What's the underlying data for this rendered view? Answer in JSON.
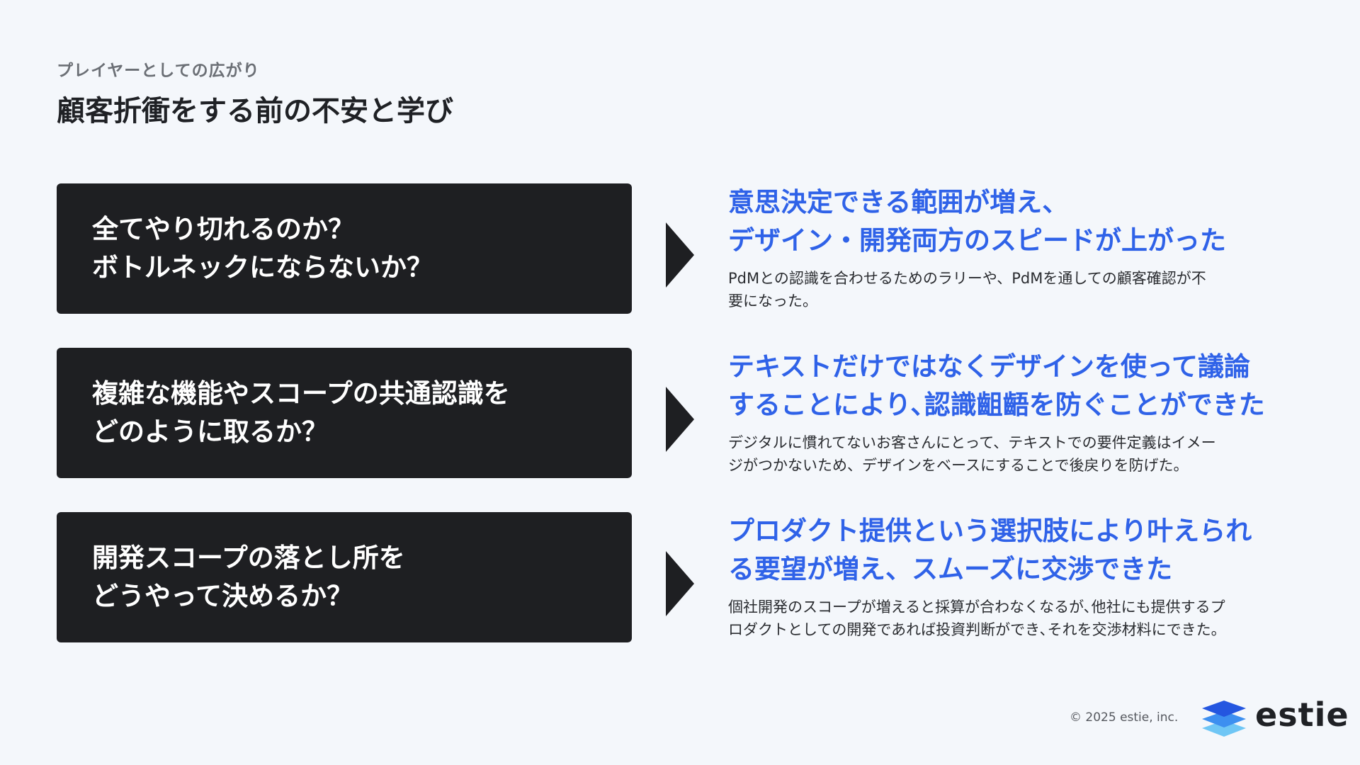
{
  "header": {
    "eyebrow": "プレイヤーとしての広がり",
    "title": "顧客折衝をする前の不安と学び"
  },
  "rows": [
    {
      "question": [
        "全てやり切れるのか？",
        "ボトルネックにならないか？"
      ],
      "answer_heading": [
        "意思決定できる範囲が増え、",
        "デザイン・開発両方のスピードが上がった"
      ],
      "answer_body": [
        "PdMとの認識を合わせるためのラリーや、PdMを通しての顧客確認が不",
        "要になった。"
      ]
    },
    {
      "question": [
        "複雑な機能やスコープの共通認識を",
        "どのように取るか？"
      ],
      "answer_heading": [
        "テキストだけではなくデザインを使って議論",
        "することにより､認識齟齬を防ぐことができた"
      ],
      "answer_body": [
        "デジタルに慣れてないお客さんにとって、テキストでの要件定義はイメー",
        "ジがつかないため、デザインをベースにすることで後戻りを防げた。"
      ]
    },
    {
      "question": [
        "開発スコープの落とし所を",
        "どうやって決めるか？"
      ],
      "answer_heading": [
        "プロダクト提供という選択肢により叶えられ",
        "る要望が増え、スムーズに交渉できた"
      ],
      "answer_body": [
        "個社開発のスコープが増えると採算が合わなくなるが､他社にも提供するプ",
        "ロダクトとしての開発であれば投資判断ができ､それを交渉材料にできた。"
      ]
    }
  ],
  "footer": {
    "copyright": "© 2025 estie, inc.",
    "logo_text": "estie",
    "logo_icon": "stacked-layers-icon"
  },
  "colors": {
    "background": "#f4f7fb",
    "question_box": "#1e1f22",
    "accent_blue": "#2f62e8",
    "arrow": "#1e1f22"
  }
}
